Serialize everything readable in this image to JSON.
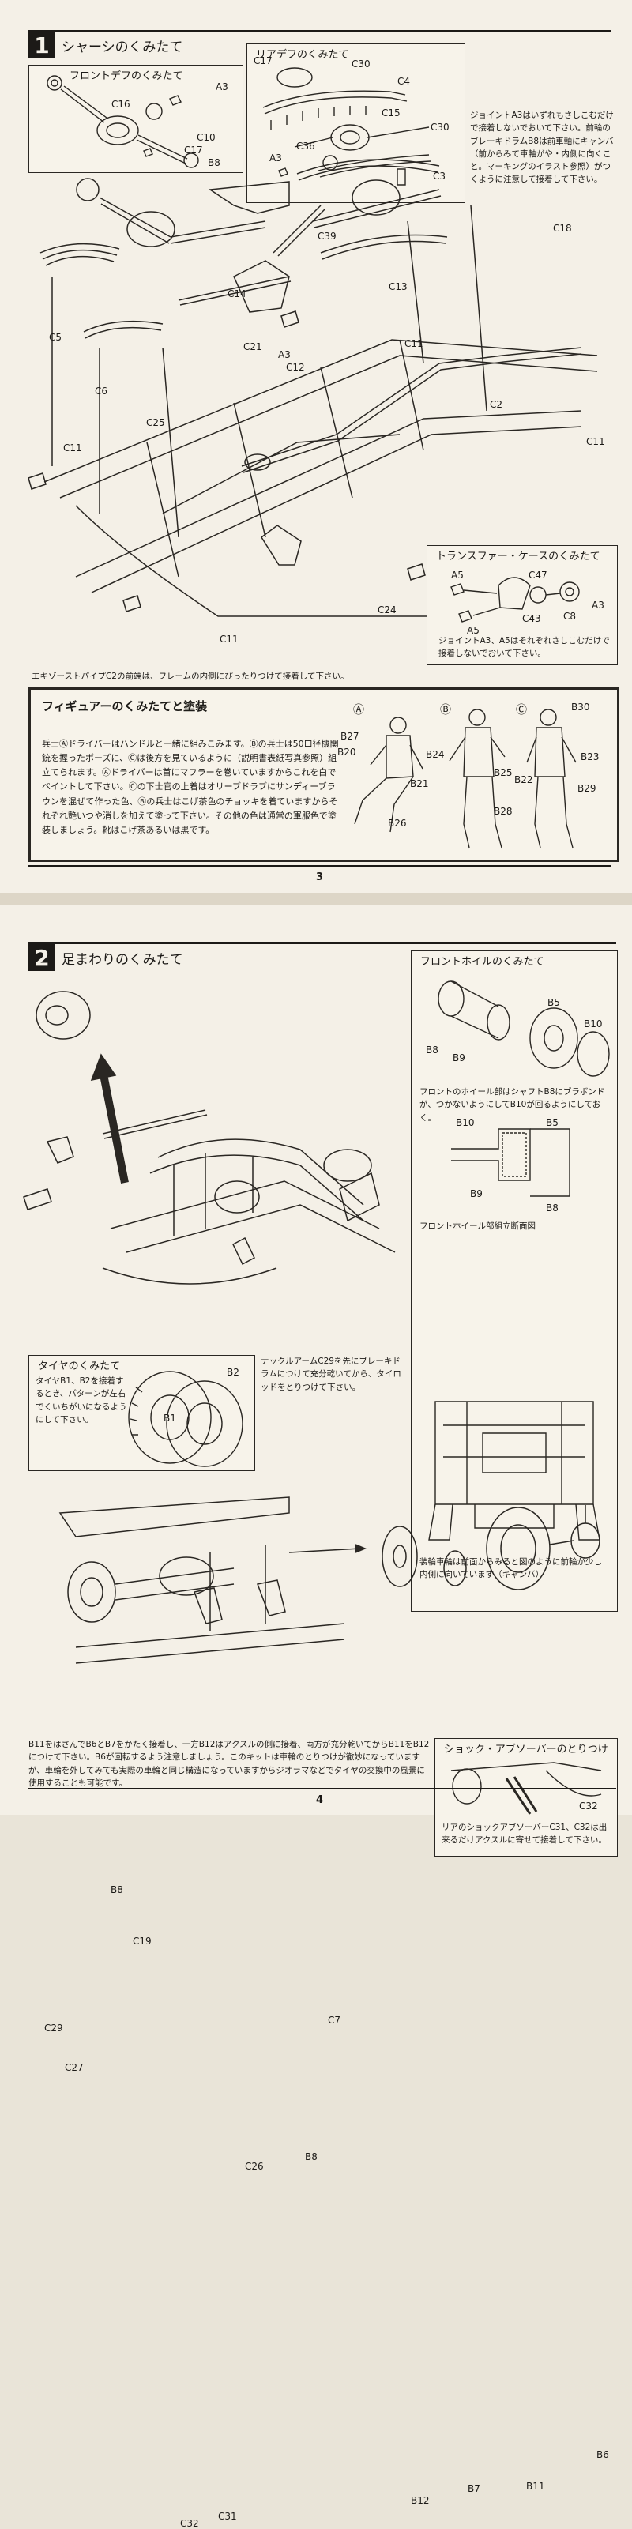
{
  "page3": {
    "step_number": "1",
    "step_title": "シャーシのくみたて",
    "front_diff": {
      "title": "フロントデフのくみたて",
      "labels": [
        "A3",
        "C16",
        "C10",
        "C17",
        "B8"
      ]
    },
    "rear_diff": {
      "title": "リアデフのくみたて",
      "labels": [
        "C17",
        "C30",
        "C4",
        "C15",
        "C30",
        "A3",
        "C36",
        "C3"
      ]
    },
    "joint_note": "ジョイントA3はいずれもさしこむだけで接着しないでおいて下さい。前輪のブレーキドラムB8は前車軸にキャンバ（前からみて車軸がや・内側に向くこと。マーキングのイラスト参照）がつくように注意して接着して下さい。",
    "main_labels": [
      "C18",
      "C39",
      "C13",
      "C14",
      "C5",
      "C21",
      "A3",
      "C11",
      "C12",
      "C6",
      "C25",
      "C2",
      "C11",
      "C11",
      "C24",
      "C11"
    ],
    "transfer_case": {
      "title": "トランスファー・ケースのくみたて",
      "labels": [
        "A5",
        "C47",
        "A3",
        "C43",
        "C8",
        "A5"
      ],
      "note": "ジョイントA3、A5はそれぞれさしこむだけで接着しないでおいて下さい。"
    },
    "exhaust_note": "エキゾーストパイプC2の前端は、フレームの内側にぴったりつけて接着して下さい。",
    "figure_box": {
      "title": "フィギュアーのくみたてと塗装",
      "text": "兵士Ⓐドライバーはハンドルと一緒に組みこみます。Ⓑの兵士は50口径機関銃を握ったポーズに、Ⓒは後方を見ているように（説明書表紙写真参照）組立てられます。Ⓐドライバーは首にマフラーを巻いていますからこれを白でペイントして下さい。Ⓒの下士官の上着はオリーブドラブにサンディーブラウンを混ぜて作った色、Ⓑの兵士はこげ茶色のチョッキを着ていますからそれぞれ艶いつや消しを加えて塗って下さい。その他の色は通常の軍服色で塗装しましょう。靴はこげ茶あるいは黒です。",
      "markers": [
        "Ⓐ",
        "Ⓑ",
        "Ⓒ"
      ],
      "labels": [
        "B27",
        "B20",
        "B21",
        "B26",
        "B24",
        "B25",
        "B22",
        "B28",
        "B30",
        "B23",
        "B29"
      ]
    },
    "page_number": "3"
  },
  "page4": {
    "step_number": "2",
    "step_title": "足まわりのくみたて",
    "main_labels": [
      "B8",
      "C19",
      "C29",
      "C7",
      "C27",
      "C26",
      "B8"
    ],
    "front_wheel": {
      "title": "フロントホイルのくみたて",
      "labels": [
        "B5",
        "B10",
        "B8",
        "B9"
      ],
      "note": "フロントのホイール部はシャフトB8にブラボンドが、つかないようにしてB10が回るようにしておく。",
      "section_labels": [
        "B10",
        "B5",
        "B9",
        "B8"
      ],
      "section_caption": "フロントホイール部組立断面図",
      "camber_note": "装輪車輪は前面からみると図のように前輪が少し内側に向いています（キャンバ）"
    },
    "tire": {
      "title": "タイヤのくみたて",
      "note": "タイヤB1、B2を接着するとき、パターンが左右でくいちがいになるようにして下さい。",
      "labels": [
        "B2",
        "B1"
      ]
    },
    "knuckle_note": "ナックルアームC29を先にブレーキドラムにつけて充分乾いてから、タイロッドをとりつけて下さい。",
    "rear_labels": [
      "B6",
      "B12",
      "B7",
      "B11",
      "C32",
      "C31"
    ],
    "shock": {
      "title": "ショック・アブソーバーのとりつけ",
      "labels": [
        "C32"
      ],
      "note": "リアのショックアブソーバーC31、C32は出来るだけアクスルに寄せて接着して下さい。"
    },
    "bottom_note": "B11をはさんでB6とB7をかたく接着し、一方B12はアクスルの側に接着、両方が充分乾いてからB11をB12につけて下さい。B6が回転するよう注意しましょう。このキットは車輪のとりつけが徹妙になっていますが、車輪を外してみても実際の車輪と同じ構造になっていますからジオラマなどでタイヤの交換中の風景に使用することも可能です。",
    "page_number": "4"
  }
}
